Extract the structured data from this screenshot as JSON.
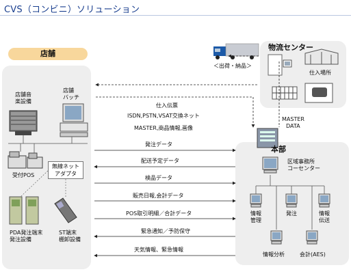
{
  "title": "CVS（コンビニ）ソリューション",
  "truck_label": "＜出荷・納品＞",
  "store": {
    "header": "店舗",
    "pos_equipment": [
      "店舗音",
      "楽設備"
    ],
    "batch_pc": [
      "店舗",
      "バッチ"
    ],
    "pos_register": "受付POS",
    "wireless_adapter": [
      "無線ネット",
      "アダプタ"
    ],
    "pda": [
      "PDA発注端末",
      "発注設備"
    ],
    "st_terminal": [
      "ST端末",
      "棚卸設備"
    ]
  },
  "logistics": {
    "header": "物流センター",
    "warehouse": "仕入場所"
  },
  "hq": {
    "header": "本部",
    "office": [
      "区域事務所",
      "コーセンター"
    ],
    "terminals": [
      [
        "情報",
        "管理"
      ],
      [
        "発注"
      ],
      [
        "情報",
        "伝送"
      ]
    ],
    "bottom_terminals": [
      "情報分析",
      "会計(AES)"
    ]
  },
  "master_data": [
    "MASTER",
    "DATA"
  ],
  "flows": {
    "to_store_from_logistics": "",
    "store_info_group": [
      "仕入伝票",
      "ISDN,PSTN,VSAT交換ネット",
      "MASTER,商品情報,画像"
    ],
    "arrows": [
      {
        "label": "発注データ",
        "direction": "right"
      },
      {
        "label": "配送予定データ",
        "direction": "left"
      },
      {
        "label": "検品データ",
        "direction": "right"
      },
      {
        "label": "販売日報,会計データ",
        "direction": "right"
      },
      {
        "label": "POS取引明細／合計データ",
        "direction": "right"
      },
      {
        "label": "緊急通知／予防保守",
        "direction": "left"
      },
      {
        "label": "天気情報、緊急情報",
        "direction": "left"
      }
    ]
  }
}
